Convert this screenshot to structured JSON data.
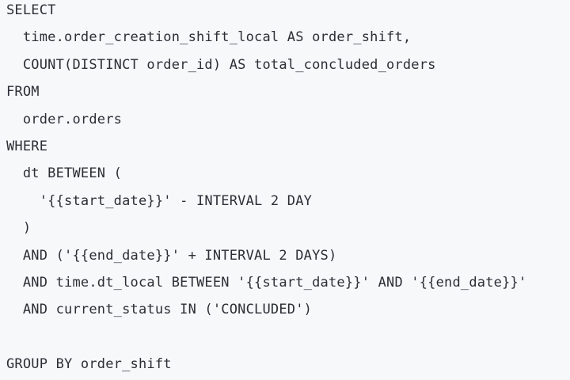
{
  "code_block": {
    "language": "sql",
    "background_color": "#f6f8fa",
    "text_color": "#2b2f35",
    "lines": [
      "SELECT",
      "  time.order_creation_shift_local AS order_shift,",
      "  COUNT(DISTINCT order_id) AS total_concluded_orders",
      "FROM",
      "  order.orders",
      "WHERE",
      "  dt BETWEEN (",
      "    '{{start_date}}' - INTERVAL 2 DAY",
      "  )",
      "  AND ('{{end_date}}' + INTERVAL 2 DAYS)",
      "  AND time.dt_local BETWEEN '{{start_date}}' AND '{{end_date}}'",
      "  AND current_status IN ('CONCLUDED')",
      "",
      "GROUP BY order_shift"
    ]
  }
}
